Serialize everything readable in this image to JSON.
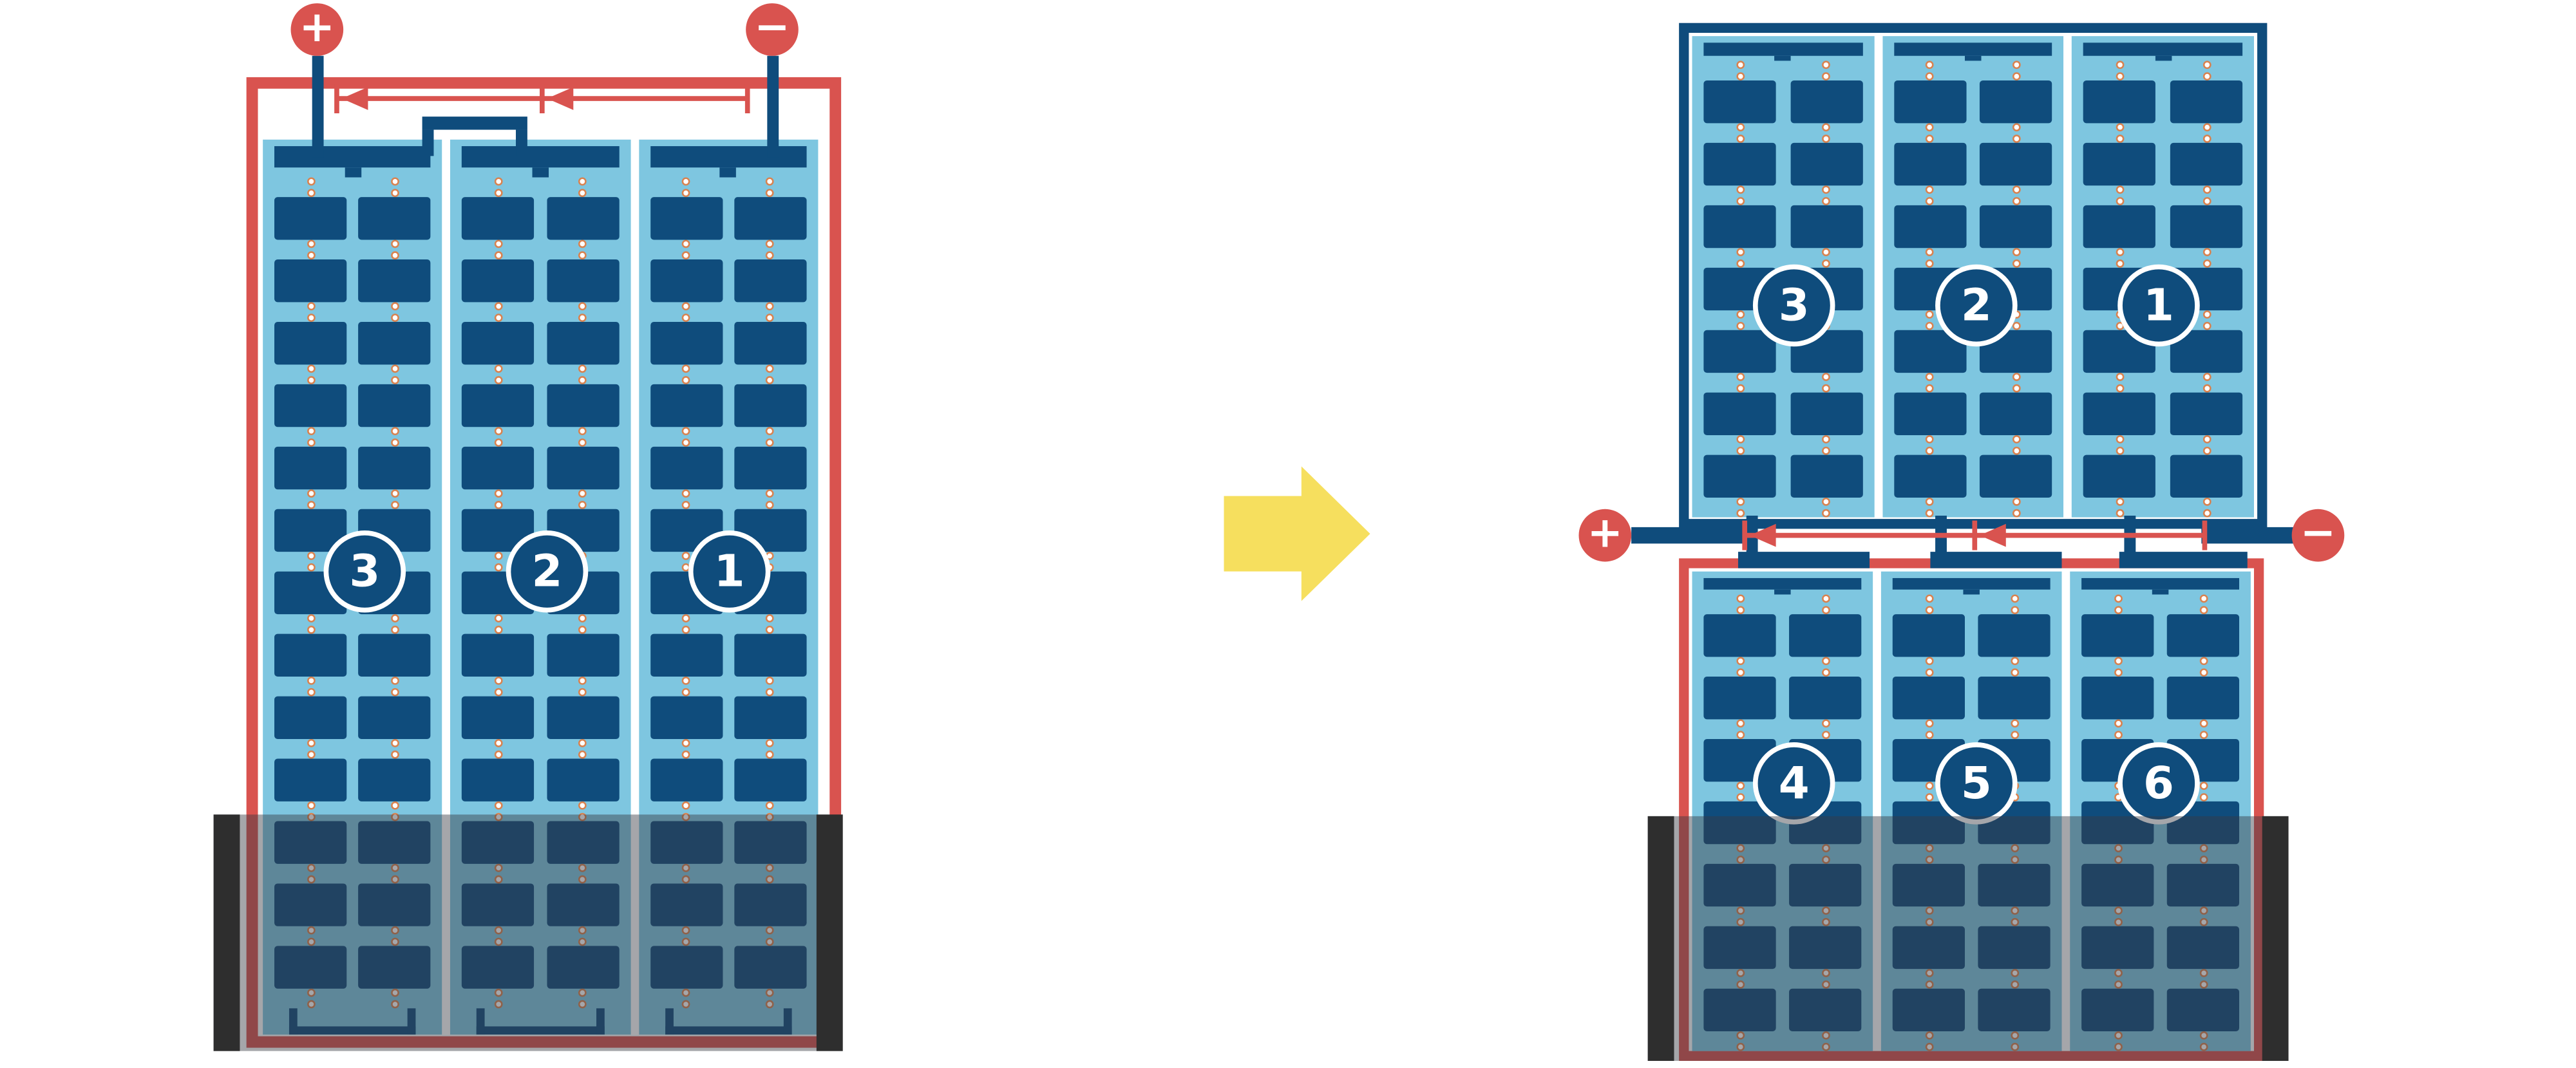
{
  "left_diagram": {
    "terminals": {
      "positive": "+",
      "negative": "−"
    },
    "panels": [
      {
        "label": "3"
      },
      {
        "label": "2"
      },
      {
        "label": "1"
      }
    ]
  },
  "right_diagram": {
    "terminals": {
      "positive": "+",
      "negative": "−"
    },
    "top_string": {
      "panels": [
        {
          "label": "3"
        },
        {
          "label": "2"
        },
        {
          "label": "1"
        }
      ]
    },
    "bottom_string": {
      "panels": [
        {
          "label": "4"
        },
        {
          "label": "5"
        },
        {
          "label": "6"
        }
      ]
    }
  },
  "colors": {
    "red": "#D9534F",
    "dark_blue": "#0F4C7C",
    "light_blue": "#7EC6E0",
    "dot_orange": "#D9824F",
    "yellow": "#F6DF5E",
    "shade": "rgba(55,58,66,0.45)",
    "bar_black": "#2E2E2E",
    "white": "#FFFFFF"
  }
}
